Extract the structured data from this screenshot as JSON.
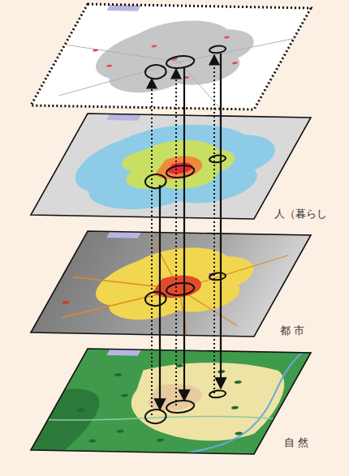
{
  "diagram": {
    "labels": [
      "人（暮らし",
      "都 市",
      "自 然"
    ]
  }
}
